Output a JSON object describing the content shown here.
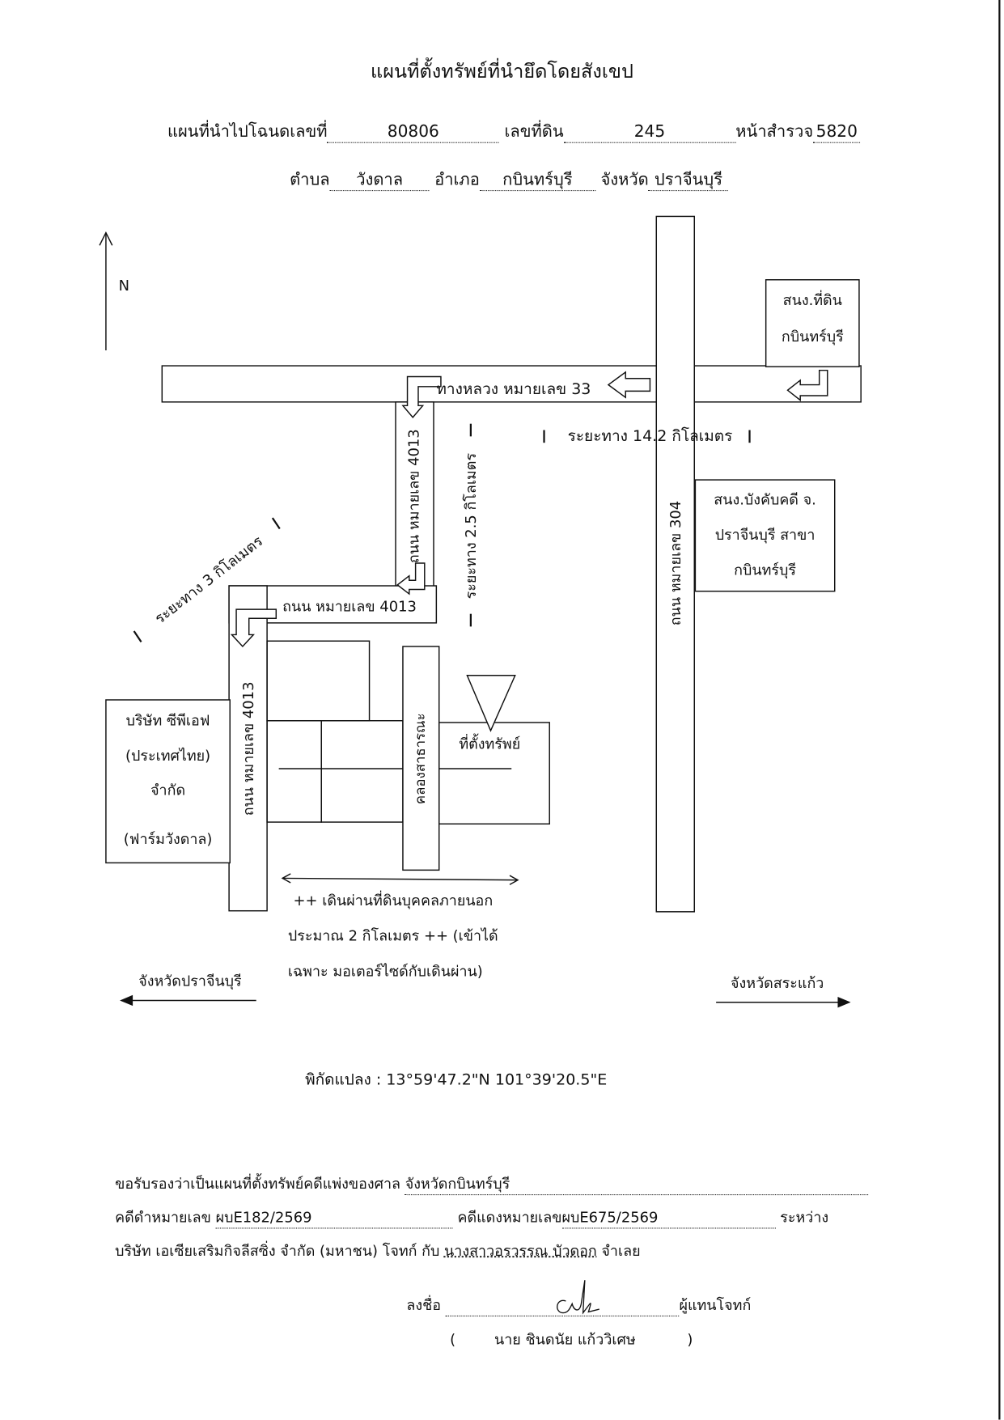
{
  "title": "แผนที่ตั้งทรัพย์ที่นำยึดโดยสังเขป",
  "deed_row": {
    "deed_label": "แผนที่นำไปโฉนดเลขที่",
    "deed_no": "80806",
    "land_label": "เลขที่ดิน",
    "land_no": "245",
    "survey_label": "หน้าสำรวจ",
    "survey_no": "5820"
  },
  "location_row": {
    "tambon_label": "ตำบล",
    "tambon": "วังดาล",
    "amphoe_label": "อำเภอ",
    "amphoe": "กบินทร์บุรี",
    "province_label": "จังหวัด",
    "province": "ปราจีนบุรี"
  },
  "map": {
    "north": "N",
    "highway_33": "ทางหลวง หมายเลข 33",
    "road_304": "ถนน หมายเลข 304",
    "road_4013_upper": "ถนน หมายเลข 4013",
    "road_4013_h": "ถนน หมายเลข 4013",
    "road_4013_lower": "ถนน หมายเลข 4013",
    "land_office": [
      "สนง.ที่ดิน",
      "กบินทร์บุรี"
    ],
    "enforcement_office": [
      "สนง.บังคับคดี จ.",
      "ปราจีนบุรี สาขา",
      "กบินทร์บุรี"
    ],
    "company": [
      "บริษัท ซีพีเอฟ",
      "(ประเทศไทย)",
      "จำกัด",
      "(ฟาร์มวังดาล)"
    ],
    "distance_14": "ระยะทาง 14.2 กิโลเมตร",
    "distance_25": "ระยะทาง 2.5 กิโลเมตร",
    "distance_3": "ระยะทาง 3 กิโลเมตร",
    "canal": "คลองสาธารณะ",
    "property": "ที่ตั้งทรัพย์",
    "walk_note": [
      "++ เดินผ่านที่ดินบุคคลภายนอก",
      "ประมาณ 2 กิโลเมตร ++ (เข้าได้",
      "เฉพาะ มอเตอร์ไซด์กับเดินผ่าน)"
    ],
    "to_west": "จังหวัดปราจีนบุรี",
    "to_east": "จังหวัดสระแก้ว"
  },
  "coordinates": "พิกัดแปลง : 13°59'47.2\"N 101°39'20.5\"E",
  "certification": {
    "line1_label": "ขอรับรองว่าเป็นแผนที่ตั้งทรัพย์คดีแพ่งของศาล",
    "court": "จังหวัดกบินทร์บุรี",
    "black_label": "คดีดำหมายเลข",
    "black_no": "ผบE182/2569",
    "red_label": "คดีแดงหมายเลข",
    "red_no": "ผบE675/2569",
    "between": "ระหว่าง",
    "plaintiff": "บริษัท เอเซียเสริมกิจลีสซิ่ง จำกัด (มหาชน) โจทก์ กับ",
    "defendant": "นางสาวอรวรรณ บัวดอก",
    "defendant_role": "จำเลย"
  },
  "signature": {
    "sign_label": "ลงชื่อ",
    "role": "ผู้แทนโจทก์",
    "open_paren": "(",
    "name": "นาย ชินดนัย แก้ววิเศษ",
    "close_paren": ")"
  }
}
